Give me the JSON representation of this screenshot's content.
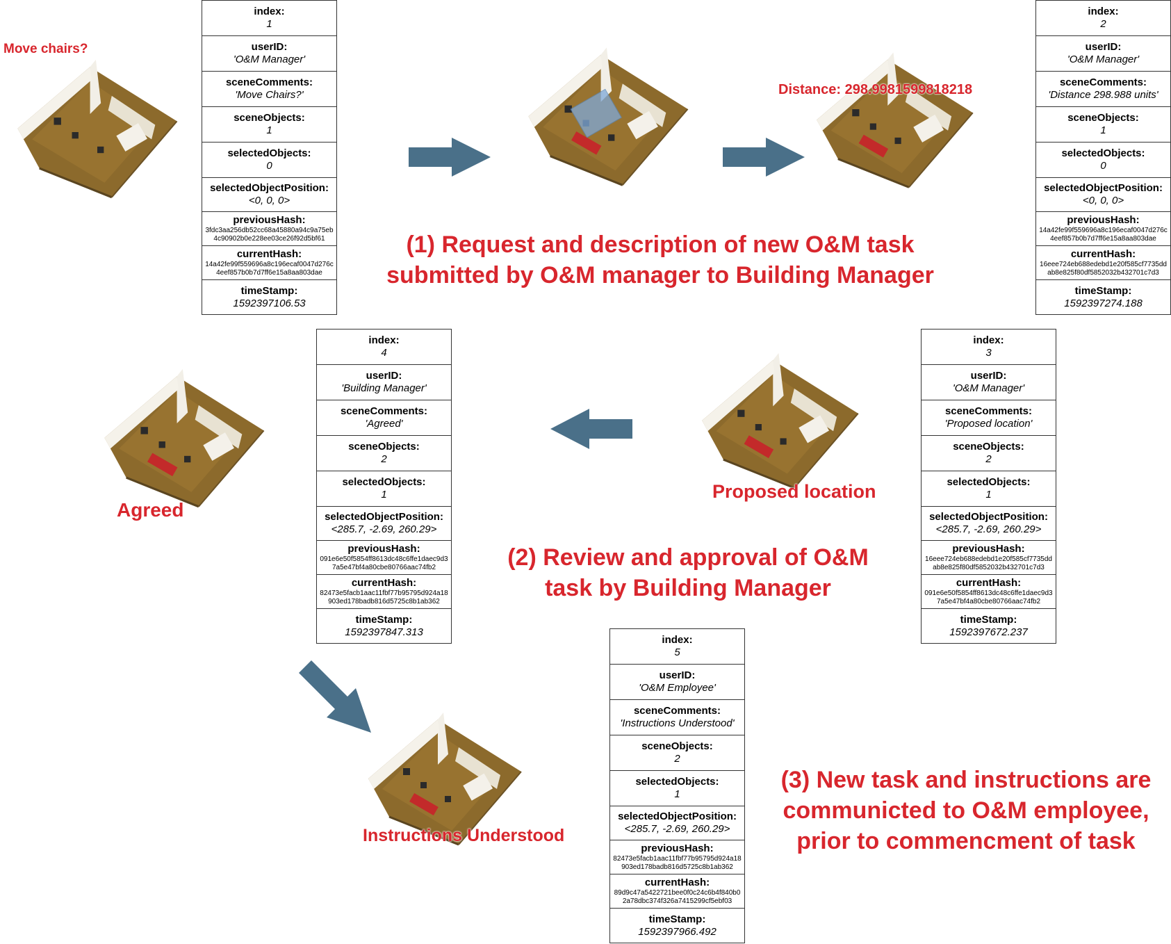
{
  "colors": {
    "accent_red": "#d8262d",
    "arrow": "#4a7089",
    "floor": "#8c6a2c",
    "wall": "#f2efe7"
  },
  "labels": {
    "move_chairs": "Move chairs?",
    "distance": "Distance: 298.9981599818218",
    "proposed": "Proposed location",
    "agreed": "Agreed",
    "instructions": "Instructions Understood"
  },
  "captions": {
    "c1_line1": "(1) Request and description of new O&M task",
    "c1_line2": "submitted by O&M manager to Building Manager",
    "c2_line1": "(2) Review and approval of O&M",
    "c2_line2": "task by Building Manager",
    "c3_line1": "(3) New task and instructions are",
    "c3_line2": "communicted to O&M employee,",
    "c3_line3": "prior to commencment of task"
  },
  "blocks": [
    {
      "index_k": "index:",
      "index": "1",
      "user_k": "userID:",
      "user": "'O&M Manager'",
      "comm_k": "sceneComments:",
      "comm": "'Move Chairs?'",
      "so_k": "sceneObjects:",
      "so": "1",
      "sel_k": "selectedObjects:",
      "sel": "0",
      "pos_k": "selectedObjectPosition:",
      "pos": "<0, 0, 0>",
      "prev_k": "previousHash:",
      "prev": "3fdc3aa256db52cc68a45880a94c9a75eb4c90902b0e228ee03ce26f92d5bf61",
      "cur_k": "currentHash:",
      "cur": "14a42fe99f559696a8c196ecaf0047d276c4eef857b0b7d7ff6e15a8aa803dae",
      "ts_k": "timeStamp:",
      "ts": "1592397106.53"
    },
    {
      "index_k": "index:",
      "index": "2",
      "user_k": "userID:",
      "user": "'O&M Manager'",
      "comm_k": "sceneComments:",
      "comm": "'Distance 298.988 units'",
      "so_k": "sceneObjects:",
      "so": "1",
      "sel_k": "selectedObjects:",
      "sel": "0",
      "pos_k": "selectedObjectPosition:",
      "pos": "<0, 0, 0>",
      "prev_k": "previousHash:",
      "prev": "14a42fe99f559696a8c196ecaf0047d276c4eef857b0b7d7ff6e15a8aa803dae",
      "cur_k": "currentHash:",
      "cur": "16eee724eb688edebd1e20f585cf7735ddab8e825f80df5852032b432701c7d3",
      "ts_k": "timeStamp:",
      "ts": "1592397274.188"
    },
    {
      "index_k": "index:",
      "index": "3",
      "user_k": "userID:",
      "user": "'O&M Manager'",
      "comm_k": "sceneComments:",
      "comm": "'Proposed location'",
      "so_k": "sceneObjects:",
      "so": "2",
      "sel_k": "selectedObjects:",
      "sel": "1",
      "pos_k": "selectedObjectPosition:",
      "pos": "<285.7, -2.69, 260.29>",
      "prev_k": "previousHash:",
      "prev": "16eee724eb688edebd1e20f585cf7735ddab8e825f80df5852032b432701c7d3",
      "cur_k": "currentHash:",
      "cur": "091e6e50f5854ff8613dc48c6ffe1daec9d37a5e47bf4a80cbe80766aac74fb2",
      "ts_k": "timeStamp:",
      "ts": "1592397672.237"
    },
    {
      "index_k": "index:",
      "index": "4",
      "user_k": "userID:",
      "user": "'Building Manager'",
      "comm_k": "sceneComments:",
      "comm": "'Agreed'",
      "so_k": "sceneObjects:",
      "so": "2",
      "sel_k": "selectedObjects:",
      "sel": "1",
      "pos_k": "selectedObjectPosition:",
      "pos": "<285.7, -2.69, 260.29>",
      "prev_k": "previousHash:",
      "prev": "091e6e50f5854ff8613dc48c6ffe1daec9d37a5e47bf4a80cbe80766aac74fb2",
      "cur_k": "currentHash:",
      "cur": "82473e5facb1aac11fbf77b95795d924a18903ed178badb816d5725c8b1ab362",
      "ts_k": "timeStamp:",
      "ts": "1592397847.313"
    },
    {
      "index_k": "index:",
      "index": "5",
      "user_k": "userID:",
      "user": "'O&M Employee'",
      "comm_k": "sceneComments:",
      "comm": "'Instructions Understood'",
      "so_k": "sceneObjects:",
      "so": "2",
      "sel_k": "selectedObjects:",
      "sel": "1",
      "pos_k": "selectedObjectPosition:",
      "pos": "<285.7, -2.69, 260.29>",
      "prev_k": "previousHash:",
      "prev": "82473e5facb1aac11fbf77b95795d924a18903ed178badb816d5725c8b1ab362",
      "cur_k": "currentHash:",
      "cur": "89d9c47a5422721bee0f0c24c6b4f840b02a78dbc374f326a7415299cf5ebf03",
      "ts_k": "timeStamp:",
      "ts": "1592397966.492"
    }
  ]
}
